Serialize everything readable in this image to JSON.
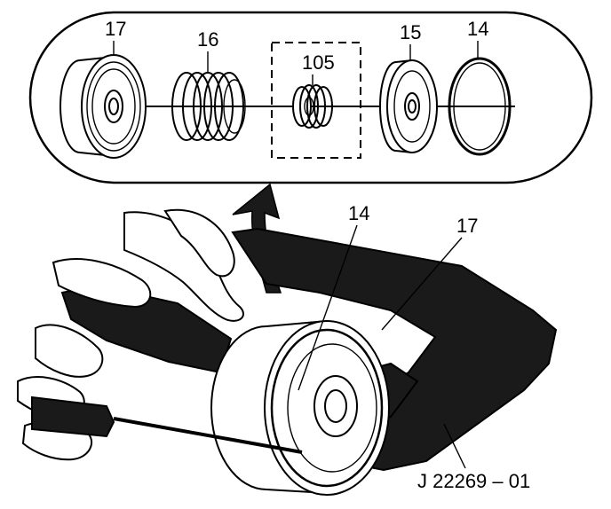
{
  "exploded_view": {
    "callouts": {
      "piston_17": "17",
      "spring_16": "16",
      "part_105": "105",
      "retainer_15": "15",
      "snap_ring_14": "14"
    }
  },
  "main_view": {
    "callouts": {
      "snap_ring_14": "14",
      "piston_17": "17"
    },
    "tool_number": "J 22269 – 01"
  },
  "colors": {
    "ink": "#000000",
    "tool_fill": "#1a1a1a",
    "background": "#ffffff"
  }
}
